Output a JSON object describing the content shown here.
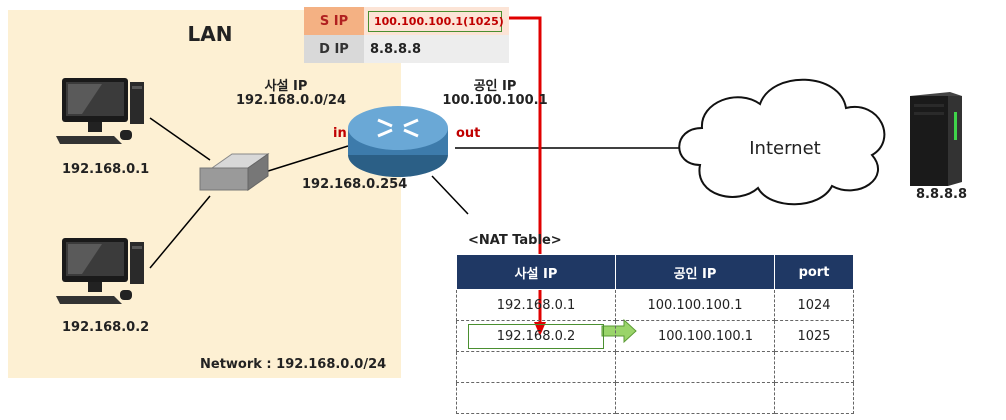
{
  "lan": {
    "title": "LAN",
    "network_label": "Network : 192.168.0.0/24"
  },
  "hosts": [
    {
      "ip": "192.168.0.1"
    },
    {
      "ip": "192.168.0.2"
    }
  ],
  "router": {
    "private_label": "사설 IP",
    "private_net": "192.168.0.0/24",
    "public_label": "공인 IP",
    "public_ip": "100.100.100.1",
    "in_label": "in",
    "out_label": "out",
    "lan_ip": "192.168.0.254"
  },
  "internet": {
    "label": "Internet"
  },
  "server": {
    "ip": "8.8.8.8"
  },
  "packet_header": {
    "src_label": "S IP",
    "src_value": "100.100.100.1(1025)",
    "dst_label": "D IP",
    "dst_value": "8.8.8.8"
  },
  "nat_table": {
    "caption": "<NAT Table>",
    "columns": [
      "사설 IP",
      "공인 IP",
      "port"
    ],
    "rows": [
      [
        "192.168.0.1",
        "100.100.100.1",
        "1024"
      ],
      [
        "192.168.0.2",
        "100.100.100.1",
        "1025"
      ],
      [
        "",
        "",
        ""
      ],
      [
        "",
        "",
        ""
      ]
    ]
  },
  "colors": {
    "lan_bg": "#fdf0d3",
    "accent_red": "#e00000",
    "header_bg": "#1f3864",
    "highlight_green": "#7fbf50",
    "src_label_bg": "#f4b183"
  }
}
